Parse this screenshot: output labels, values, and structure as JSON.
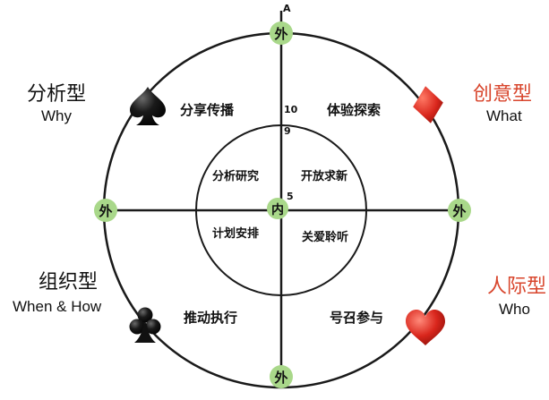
{
  "axis": {
    "top_marker": "A",
    "ticks": [
      "10",
      "9",
      "5"
    ]
  },
  "nodes": {
    "outer": "外",
    "inner": "内"
  },
  "types": {
    "top_left": {
      "cn": "分析型",
      "en": "Why"
    },
    "top_right": {
      "cn": "创意型",
      "en": "What"
    },
    "bottom_left": {
      "cn": "组织型",
      "en": "When & How"
    },
    "bottom_right": {
      "cn": "人际型",
      "en": "Who"
    }
  },
  "outer_quadrants": {
    "top_left": "分享传播",
    "top_right": "体验探索",
    "bottom_left": "推动执行",
    "bottom_right": "号召参与"
  },
  "inner_quadrants": {
    "top_left": "分析研究",
    "top_right": "开放求新",
    "bottom_left": "计划安排",
    "bottom_right": "关爱聆听"
  },
  "colors": {
    "circle_stroke": "#1a1a1a",
    "node_fill": "#a9d88a",
    "accent_red": "#d8452c",
    "suit_black": "#151515",
    "suit_red": "#d9261c"
  },
  "icons": {
    "top_left": "spade-icon",
    "top_right": "diamond-icon",
    "bottom_left": "club-icon",
    "bottom_right": "heart-icon"
  }
}
